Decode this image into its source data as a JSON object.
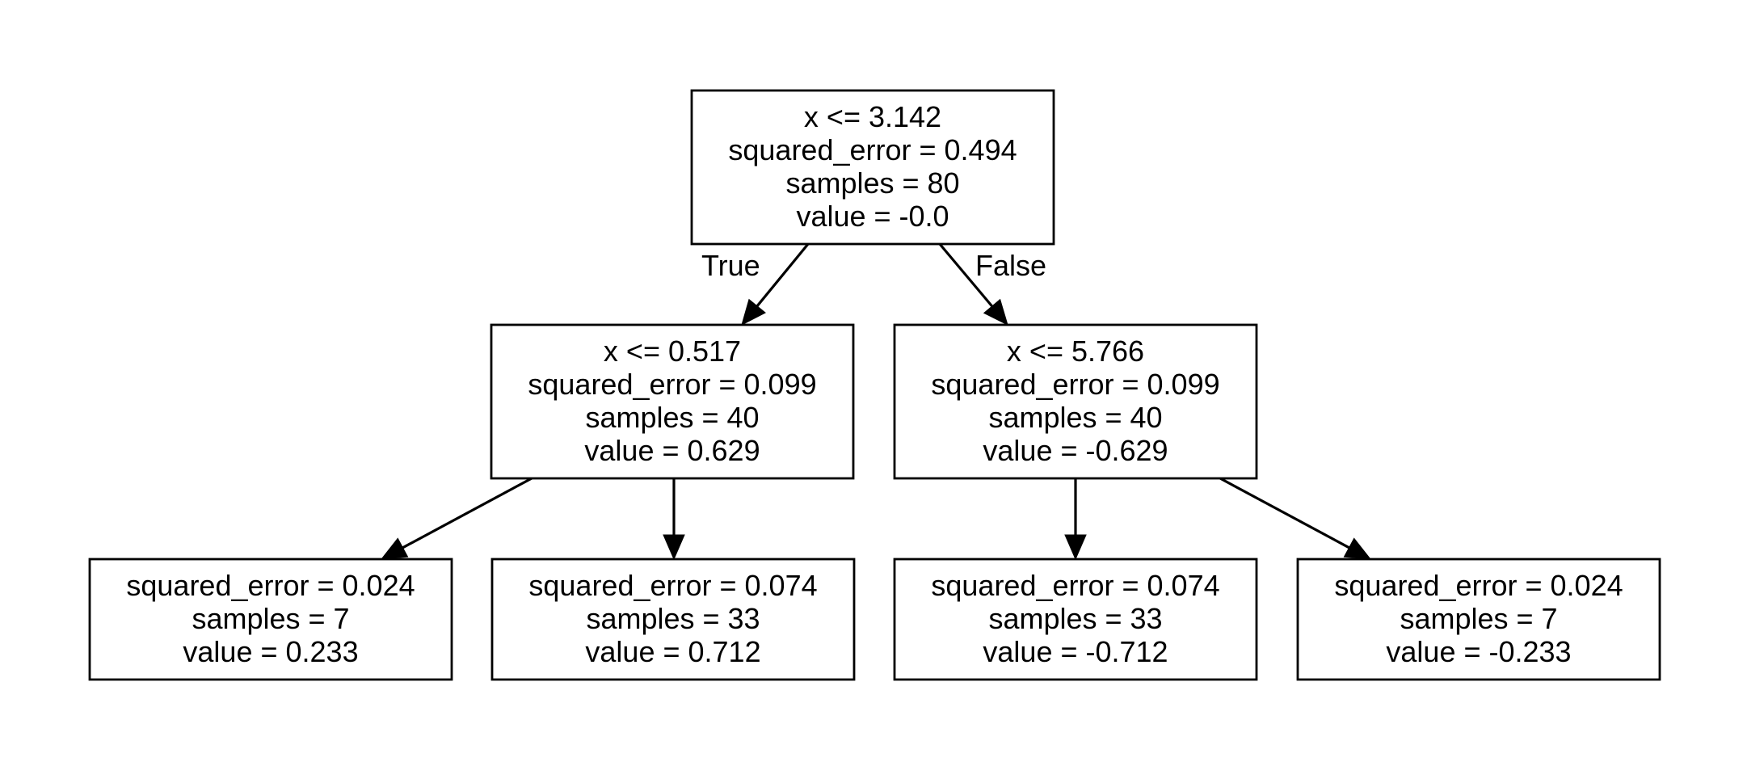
{
  "tree": {
    "nodes": [
      {
        "id": "n0",
        "lines": [
          "x <= 3.142",
          "squared_error = 0.494",
          "samples = 80",
          "value = -0.0"
        ]
      },
      {
        "id": "n1",
        "lines": [
          "x <= 0.517",
          "squared_error = 0.099",
          "samples = 40",
          "value = 0.629"
        ]
      },
      {
        "id": "n2",
        "lines": [
          "x <= 5.766",
          "squared_error = 0.099",
          "samples = 40",
          "value = -0.629"
        ]
      },
      {
        "id": "n3",
        "lines": [
          "squared_error = 0.024",
          "samples = 7",
          "value = 0.233"
        ]
      },
      {
        "id": "n4",
        "lines": [
          "squared_error = 0.074",
          "samples = 33",
          "value = 0.712"
        ]
      },
      {
        "id": "n5",
        "lines": [
          "squared_error = 0.074",
          "samples = 33",
          "value = -0.712"
        ]
      },
      {
        "id": "n6",
        "lines": [
          "squared_error = 0.024",
          "samples = 7",
          "value = -0.233"
        ]
      }
    ],
    "edges": [
      {
        "from": "n0",
        "to": "n1",
        "label": "True"
      },
      {
        "from": "n0",
        "to": "n2",
        "label": "False"
      },
      {
        "from": "n1",
        "to": "n3",
        "label": ""
      },
      {
        "from": "n1",
        "to": "n4",
        "label": ""
      },
      {
        "from": "n2",
        "to": "n5",
        "label": ""
      },
      {
        "from": "n2",
        "to": "n6",
        "label": ""
      }
    ]
  }
}
